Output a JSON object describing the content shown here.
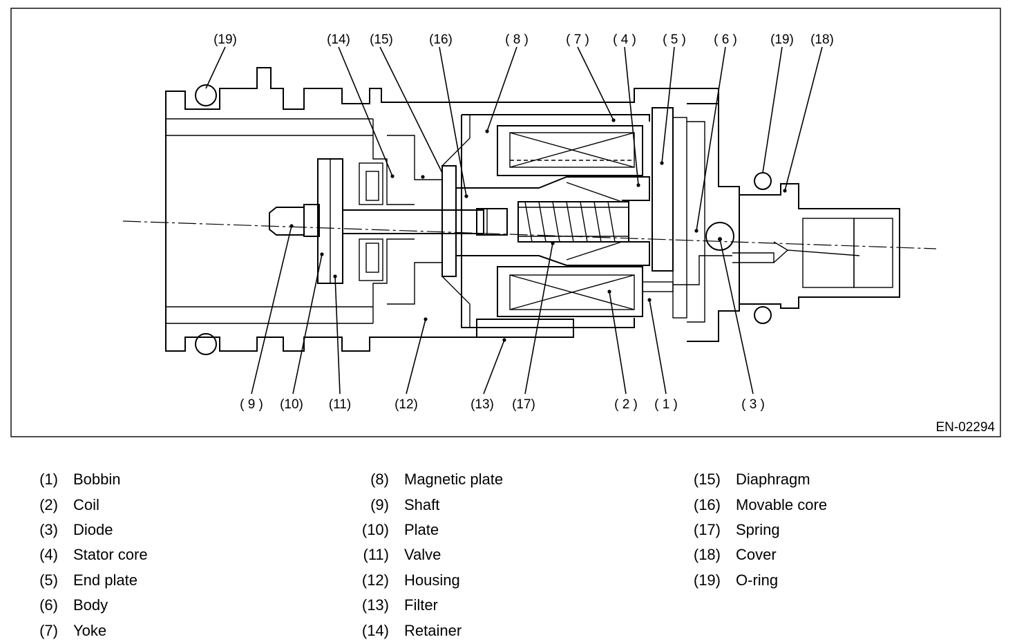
{
  "figure_id": "EN-02294",
  "callouts": [
    {
      "id": "c19a",
      "text": "(19)"
    },
    {
      "id": "c14",
      "text": "(14)"
    },
    {
      "id": "c15",
      "text": "(15)"
    },
    {
      "id": "c16",
      "text": "(16)"
    },
    {
      "id": "c8",
      "text": "( 8 )"
    },
    {
      "id": "c7",
      "text": "( 7 )"
    },
    {
      "id": "c4",
      "text": "( 4 )"
    },
    {
      "id": "c5",
      "text": "( 5 )"
    },
    {
      "id": "c6",
      "text": "( 6 )"
    },
    {
      "id": "c19b",
      "text": "(19)"
    },
    {
      "id": "c18",
      "text": "(18)"
    },
    {
      "id": "c9",
      "text": "( 9 )"
    },
    {
      "id": "c10",
      "text": "(10)"
    },
    {
      "id": "c11",
      "text": "(11)"
    },
    {
      "id": "c12",
      "text": "(12)"
    },
    {
      "id": "c13",
      "text": "(13)"
    },
    {
      "id": "c17",
      "text": "(17)"
    },
    {
      "id": "c2",
      "text": "( 2 )"
    },
    {
      "id": "c1",
      "text": "( 1 )"
    },
    {
      "id": "c3",
      "text": "( 3 )"
    }
  ],
  "legend": [
    [
      {
        "num": "(1)",
        "name": "Bobbin"
      },
      {
        "num": "(2)",
        "name": "Coil"
      },
      {
        "num": "(3)",
        "name": "Diode"
      },
      {
        "num": "(4)",
        "name": "Stator core"
      },
      {
        "num": "(5)",
        "name": "End plate"
      },
      {
        "num": "(6)",
        "name": "Body"
      },
      {
        "num": "(7)",
        "name": "Yoke"
      }
    ],
    [
      {
        "num": "(8)",
        "name": "Magnetic plate"
      },
      {
        "num": "(9)",
        "name": "Shaft"
      },
      {
        "num": "(10)",
        "name": "Plate"
      },
      {
        "num": "(11)",
        "name": "Valve"
      },
      {
        "num": "(12)",
        "name": "Housing"
      },
      {
        "num": "(13)",
        "name": "Filter"
      },
      {
        "num": "(14)",
        "name": "Retainer"
      }
    ],
    [
      {
        "num": "(15)",
        "name": "Diaphragm"
      },
      {
        "num": "(16)",
        "name": "Movable core"
      },
      {
        "num": "(17)",
        "name": "Spring"
      },
      {
        "num": "(18)",
        "name": "Cover"
      },
      {
        "num": "(19)",
        "name": "O-ring"
      }
    ]
  ]
}
